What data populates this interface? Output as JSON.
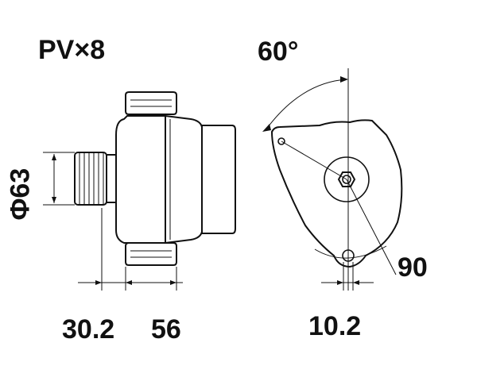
{
  "labels": {
    "belt": "PV×8",
    "angle": "60°",
    "diameter": "Φ63",
    "pulley_offset": "30.2",
    "length": "56",
    "mount_offset": "10.2",
    "radius": "90"
  },
  "colors": {
    "line": "#111111",
    "background": "#ffffff"
  }
}
